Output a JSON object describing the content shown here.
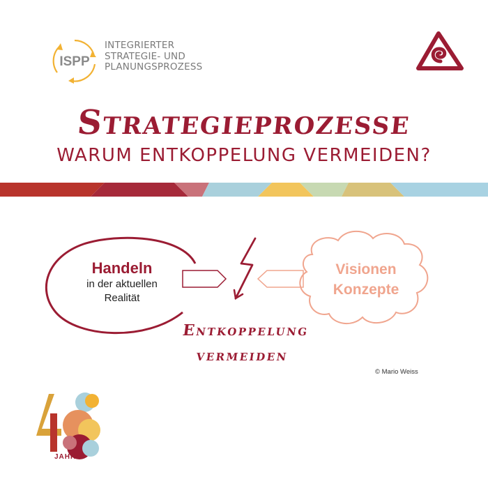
{
  "header": {
    "logo_text": "ISPP",
    "logo_caption": [
      "INTEGRIERTER",
      "STRATEGIE- UND",
      "PLANUNGSPROZESS"
    ]
  },
  "title": "Strategieprozesse",
  "subtitle": "WARUM ENTKOPPELUNG VERMEIDEN?",
  "diagram": {
    "left": {
      "title": "Handeln",
      "lines": [
        "in der aktuellen",
        "Realität"
      ]
    },
    "right": {
      "lines": [
        "Visionen",
        "Konzepte"
      ]
    },
    "center_label": [
      "Entkoppelung",
      "vermeiden"
    ],
    "copyright": "© Mario Weiss"
  },
  "anniversary": {
    "label": "JAHRE"
  },
  "colors": {
    "primary": "#9b1c33",
    "cloud": "#f0a58e",
    "gray_text": "#7a7a7a"
  }
}
